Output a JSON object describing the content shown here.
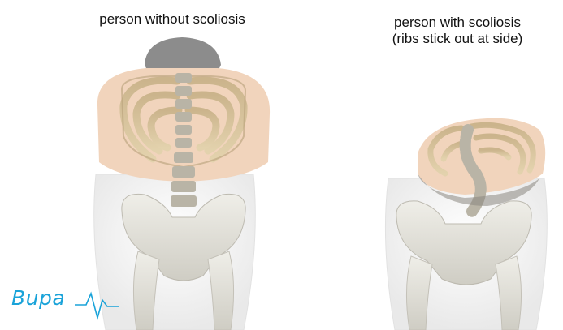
{
  "captions": {
    "left": "person without scoliosis",
    "right_line1": "person with scoliosis",
    "right_line2": "(ribs stick out at side)"
  },
  "logo": {
    "text": "Bupa",
    "color": "#1aa3d9"
  },
  "colors": {
    "skin": "#f1d4bc",
    "rib": "#d8c29a",
    "bone": "#e6e4dc",
    "body": "#f4f4f4"
  }
}
